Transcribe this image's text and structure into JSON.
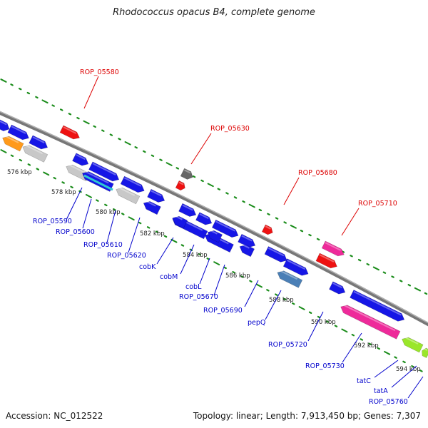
{
  "title": "Rhodococcus opacus B4, complete genome",
  "accession": "Accession: NC_012522",
  "summary": "Topology: linear; Length: 7,913,450 bp; Genes: 7,307",
  "colors": {
    "backbone": "#8c8c8c",
    "tick": "#1a8c1a",
    "gene_blue": "#1616e6",
    "gene_red": "#ee1111",
    "gene_gray": "#c8c8c8",
    "gene_darkgray": "#666666",
    "gene_orange": "#ff9a1a",
    "gene_pink": "#ee2a9a",
    "gene_lightgreen": "#9ae62a",
    "gene_steelblue": "#4a7fb6",
    "gene_cyan": "#30c8d0",
    "label_red": "#dd0000",
    "label_blue": "#0000cc",
    "kbp_label": "#222222"
  },
  "kbp_ticks": [
    "576 kbp",
    "578 kbp",
    "580 kbp",
    "582 kbp",
    "584 kbp",
    "586 kbp",
    "588 kbp",
    "590 kbp",
    "592 kbp",
    "594 kbp"
  ],
  "outer_labels": [
    "ROP_05580",
    "ROP_05630",
    "ROP_05680",
    "ROP_05710"
  ],
  "inner_labels": [
    "ROP_05590",
    "ROP_05600",
    "ROP_05610",
    "ROP_05620",
    "cobK",
    "cobM",
    "cobL",
    "ROP_05670",
    "ROP_05690",
    "pepQ",
    "ROP_05720",
    "ROP_05730",
    "tatC",
    "tatA",
    "ROP_05760"
  ],
  "genes": [
    {
      "lane": "upper",
      "color": "gene_blue",
      "strand": "+"
    },
    {
      "lane": "upper",
      "color": "gene_blue",
      "strand": "+"
    },
    {
      "lane": "upper",
      "color": "gene_blue",
      "strand": "+"
    },
    {
      "lane": "upper",
      "color": "gene_blue",
      "strand": "+"
    },
    {
      "lane": "upper",
      "color": "gene_blue",
      "strand": "+"
    },
    {
      "lane": "upper",
      "color": "gene_blue",
      "strand": "+"
    },
    {
      "lane": "upper",
      "color": "gene_blue",
      "strand": "+"
    },
    {
      "lane": "upper",
      "color": "gene_blue",
      "strand": "+"
    },
    {
      "lane": "upper",
      "color": "gene_blue",
      "strand": "+"
    },
    {
      "lane": "upper",
      "color": "gene_blue",
      "strand": "+"
    },
    {
      "lane": "upper",
      "color": "gene_blue",
      "strand": "+"
    },
    {
      "lane": "upper",
      "color": "gene_blue",
      "strand": "+"
    },
    {
      "lane": "upper",
      "color": "gene_blue",
      "strand": "+"
    },
    {
      "lane": "upper",
      "color": "gene_blue",
      "strand": "+"
    },
    {
      "lane": "upper",
      "color": "gene_blue",
      "strand": "+"
    },
    {
      "lane": "lower",
      "color": "gene_orange",
      "strand": "-"
    },
    {
      "lane": "lower",
      "color": "gene_gray",
      "strand": "-"
    },
    {
      "lane": "lower",
      "color": "gene_gray",
      "strand": "-"
    },
    {
      "lane": "lower",
      "color": "gene_gray",
      "strand": "-"
    },
    {
      "lane": "lower",
      "color": "gene_blue",
      "strand": "-"
    },
    {
      "lane": "lower",
      "color": "gene_blue",
      "strand": "-"
    },
    {
      "lane": "lower",
      "color": "gene_blue",
      "strand": "-"
    },
    {
      "lane": "lower",
      "color": "gene_blue",
      "strand": "-"
    },
    {
      "lane": "lower",
      "color": "gene_blue",
      "strand": "-"
    },
    {
      "lane": "lower",
      "color": "gene_blue",
      "strand": "-"
    },
    {
      "lane": "lower",
      "color": "gene_blue",
      "strand": "-"
    },
    {
      "lane": "lower",
      "color": "gene_steelblue",
      "strand": "-"
    },
    {
      "lane": "lower",
      "color": "gene_pink",
      "strand": "-"
    },
    {
      "lane": "lower",
      "color": "gene_lightgreen",
      "strand": "-"
    },
    {
      "lane": "lower",
      "color": "gene_lightgreen",
      "strand": "-"
    },
    {
      "lane": "upper",
      "color": "gene_red",
      "strand": "+"
    },
    {
      "lane": "upper",
      "color": "gene_darkgray",
      "strand": "+"
    },
    {
      "lane": "upper",
      "color": "gene_red",
      "strand": "+"
    },
    {
      "lane": "upper",
      "color": "gene_red",
      "strand": "+"
    },
    {
      "lane": "upper",
      "color": "gene_pink",
      "strand": "+"
    },
    {
      "lane": "upper",
      "color": "gene_red",
      "strand": "+"
    }
  ]
}
